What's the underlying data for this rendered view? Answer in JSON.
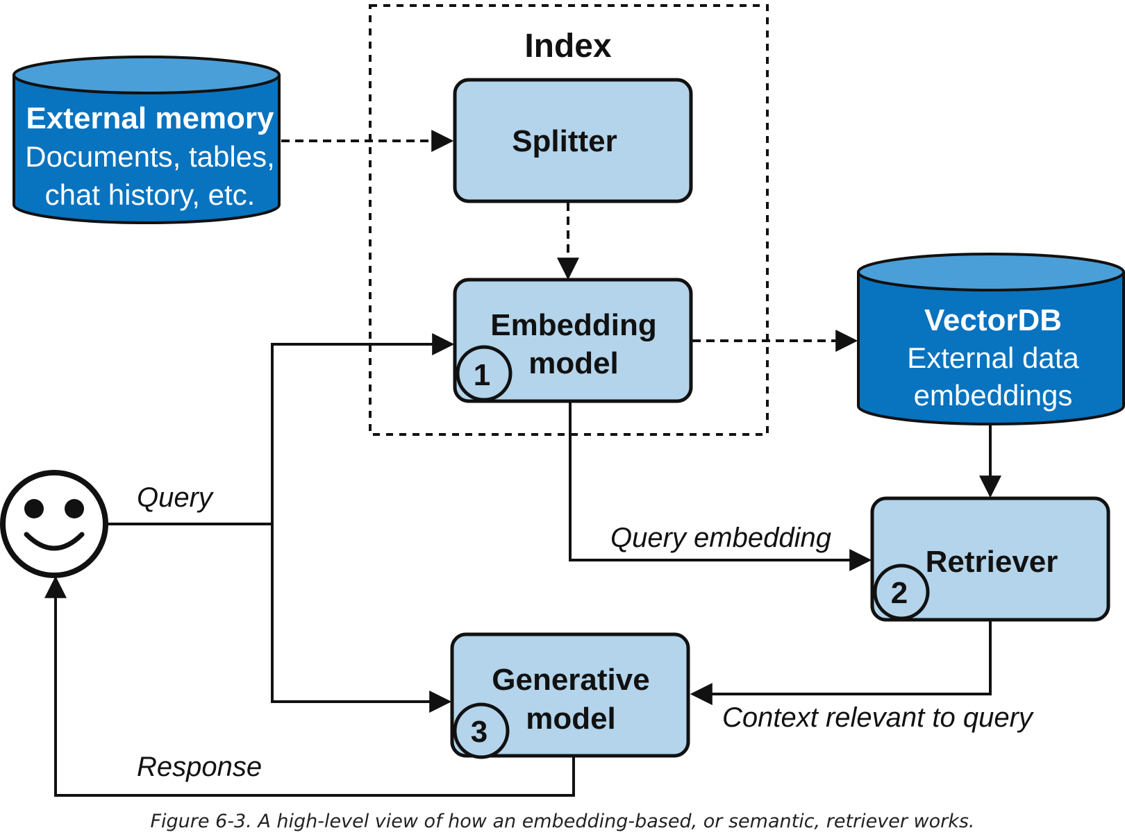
{
  "index": {
    "title": "Index"
  },
  "external_memory": {
    "title": "External memory",
    "line1": "Documents, tables,",
    "line2": "chat history, etc."
  },
  "splitter": {
    "label": "Splitter"
  },
  "embedding_model": {
    "line1": "Embedding",
    "line2": "model",
    "step": "1"
  },
  "vectordb": {
    "title": "VectorDB",
    "line1": "External data",
    "line2": "embeddings"
  },
  "retriever": {
    "label": "Retriever",
    "step": "2"
  },
  "generative_model": {
    "line1": "Generative",
    "line2": "model",
    "step": "3"
  },
  "user": {
    "icon": "smiley-face-icon"
  },
  "edges": {
    "query": "Query",
    "query_embedding": "Query embedding",
    "context": "Context relevant to query",
    "response": "Response"
  },
  "caption": "Figure 6-3. A high-level view of how an embedding-based, or semantic, retriever works.",
  "colors": {
    "box_fill": "#b3d4ea",
    "cylinder_body": "#0873bf",
    "cylinder_top": "#4a9fd8",
    "stroke": "#111111"
  }
}
